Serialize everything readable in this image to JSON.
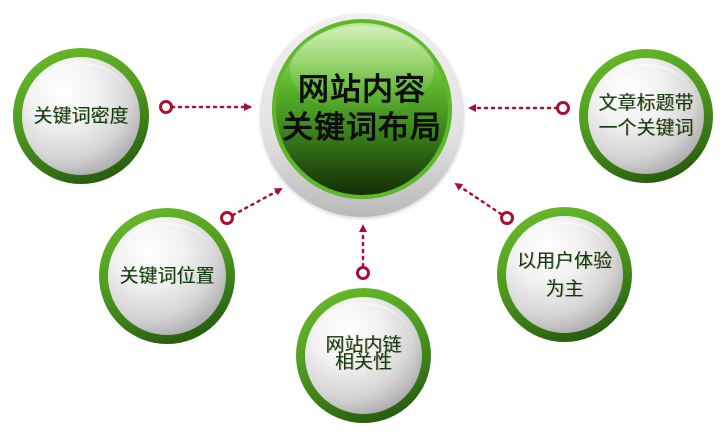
{
  "diagram": {
    "type": "hub-and-spoke",
    "center": {
      "line1": "网站内容",
      "line2": "关键词布局",
      "color_top": "#8fd45a",
      "color_bottom": "#112a06"
    },
    "nodes": [
      {
        "id": "keyword-density",
        "line1": "关键词密度",
        "line2": ""
      },
      {
        "id": "title-keyword",
        "line1": "文章标题带",
        "line2": "一个关键词"
      },
      {
        "id": "keyword-position",
        "line1": "关键词位置",
        "line2": ""
      },
      {
        "id": "internal-link-relevance",
        "line1": "网站内链",
        "line2": "相关性"
      },
      {
        "id": "user-experience",
        "line1": "以用户体验",
        "line2": "为主"
      }
    ],
    "connector_color": "#a8102f",
    "connector_style": "dotted-arrow-with-ring-origin"
  }
}
